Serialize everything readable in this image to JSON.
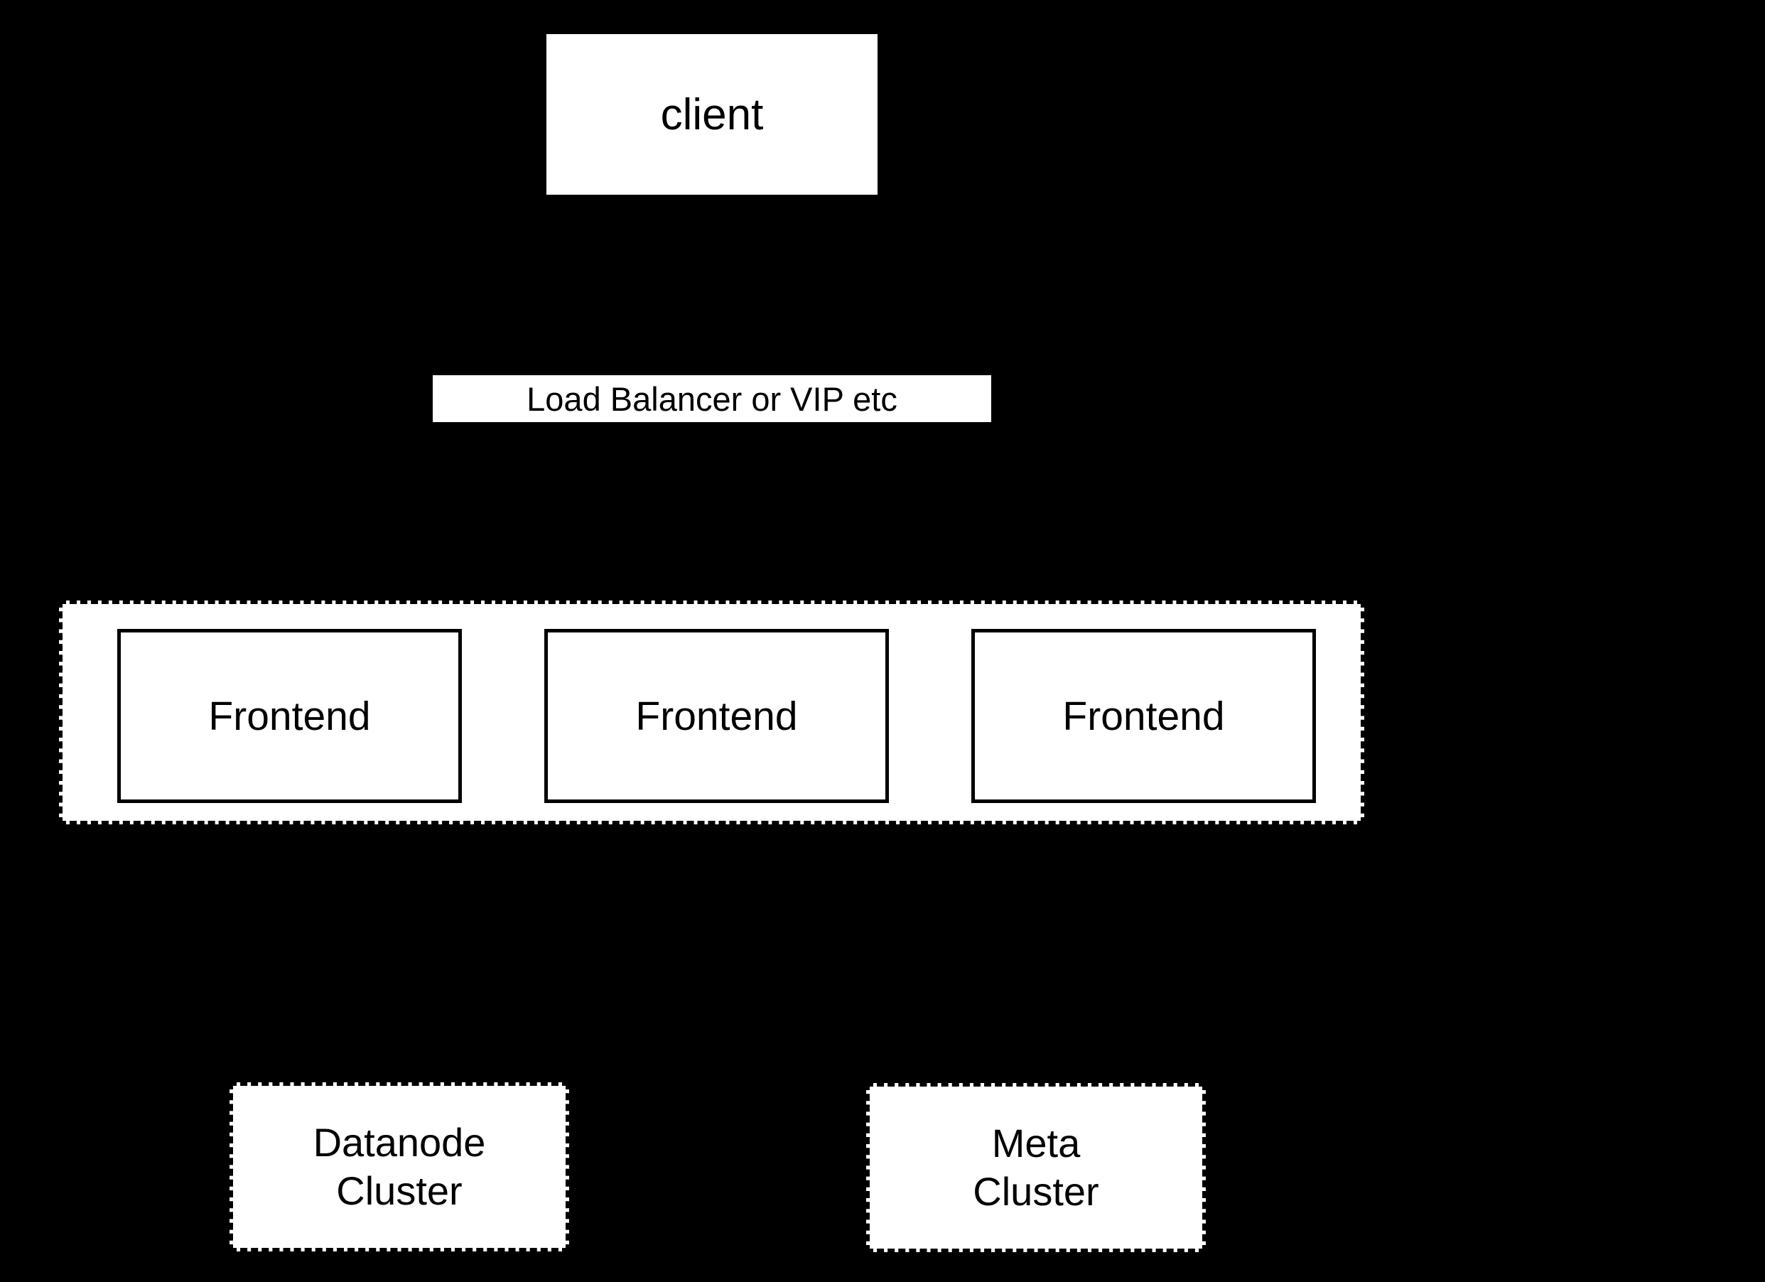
{
  "colors": {
    "background": "#000000",
    "node_fill": "#ffffff",
    "border": "#000000",
    "text": "#000000"
  },
  "diagram": {
    "client": {
      "label": "client"
    },
    "load_balancer": {
      "label": "Load Balancer or VIP etc"
    },
    "frontend_group": {
      "frontends": [
        {
          "label": "Frontend"
        },
        {
          "label": "Frontend"
        },
        {
          "label": "Frontend"
        }
      ]
    },
    "datanode_cluster": {
      "line1": "Datanode",
      "line2": "Cluster"
    },
    "meta_cluster": {
      "line1": "Meta",
      "line2": "Cluster"
    }
  }
}
